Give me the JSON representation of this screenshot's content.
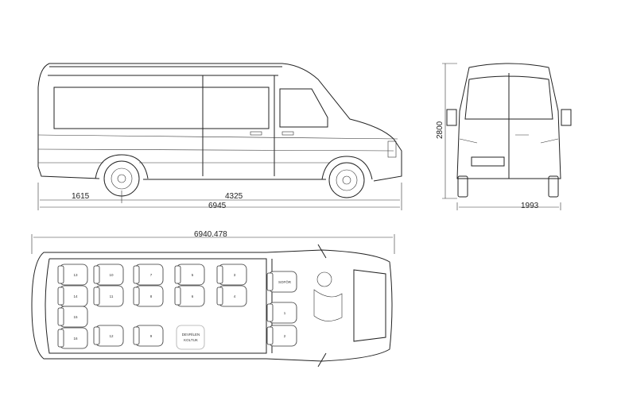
{
  "side_view": {
    "dims": {
      "rear_overhang": "1615",
      "wheelbase": "4325",
      "length": "6945"
    }
  },
  "front_view": {
    "dims": {
      "height": "2800",
      "width": "1993"
    }
  },
  "plan_view": {
    "dims": {
      "length": "6940.478"
    },
    "seats": [
      {
        "label": "13"
      },
      {
        "label": "14"
      },
      {
        "label": "15"
      },
      {
        "label": "16"
      },
      {
        "label": "10"
      },
      {
        "label": "11"
      },
      {
        "label": "12"
      },
      {
        "label": "7"
      },
      {
        "label": "8"
      },
      {
        "label": "9"
      },
      {
        "label": "5"
      },
      {
        "label": "6"
      },
      {
        "label": "3"
      },
      {
        "label": "4"
      },
      {
        "label": "SOFÖR"
      },
      {
        "label": "1"
      },
      {
        "label": "2"
      }
    ],
    "folding_seat": {
      "line1": "DEVRİLEN",
      "line2": "KOLTUK"
    }
  }
}
